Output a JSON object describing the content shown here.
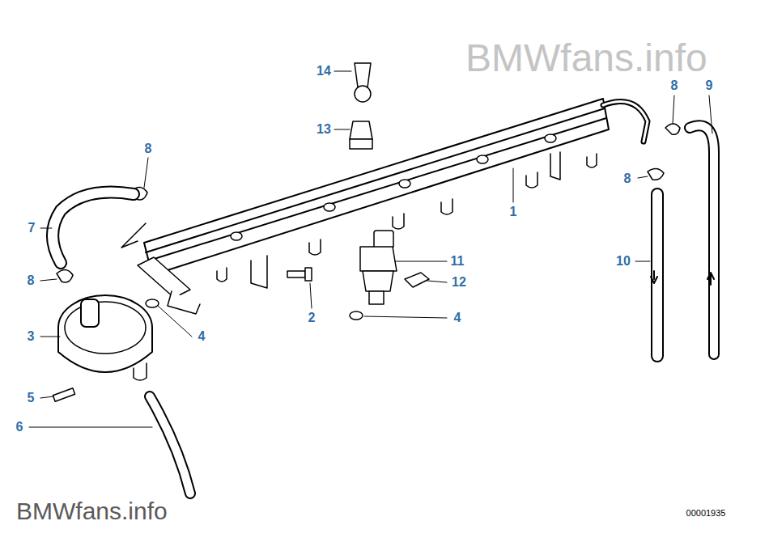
{
  "diagram": {
    "labels": [
      "BMWfans.info",
      "14",
      "13",
      "8",
      "9",
      "8",
      "7",
      "8",
      "1",
      "8",
      "10",
      "11",
      "12",
      "3",
      "4",
      "2",
      "4",
      "5",
      "6",
      "BMWfans.info",
      "00001935"
    ]
  }
}
